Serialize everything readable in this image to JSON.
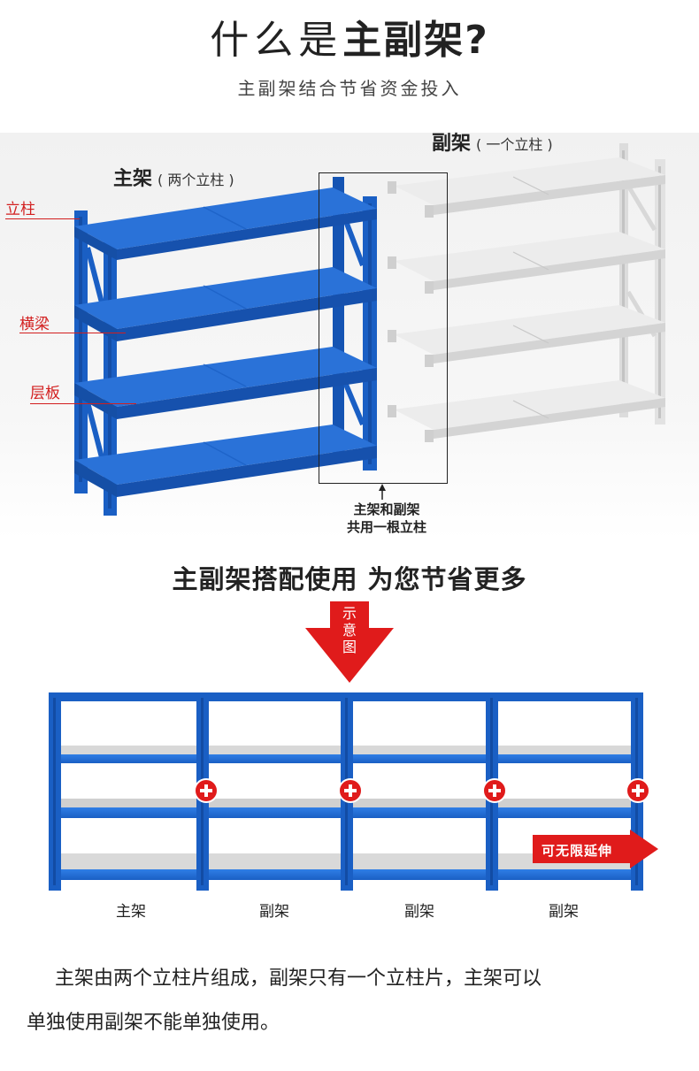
{
  "header": {
    "title_light": "什么是",
    "title_bold": "主副架?",
    "subtitle": "主副架结合节省资金投入"
  },
  "illustration": {
    "main_label": "主架",
    "main_note": "( 两个立柱 )",
    "sub_label": "副架",
    "sub_note": "( 一个立柱 )",
    "callouts": {
      "upright": "立柱",
      "beam": "横梁",
      "shelf": "层板"
    },
    "shared_caption_line1": "主架和副架",
    "shared_caption_line2": "共用一根立柱"
  },
  "slogan": "主副架搭配使用 为您节省更多",
  "diagram_arrow": "示意图",
  "bay_labels": [
    "主架",
    "副架",
    "副架",
    "副架"
  ],
  "extend_label": "可无限延伸",
  "description": {
    "line1": "主架由两个立柱片组成，副架只有一个立柱片，主架可以",
    "line2": "单独使用副架不能单独使用。"
  },
  "colors": {
    "rack_blue": "#1a5fc4",
    "rack_white": "#e4e4e4",
    "accent_red": "#e01b1b"
  }
}
